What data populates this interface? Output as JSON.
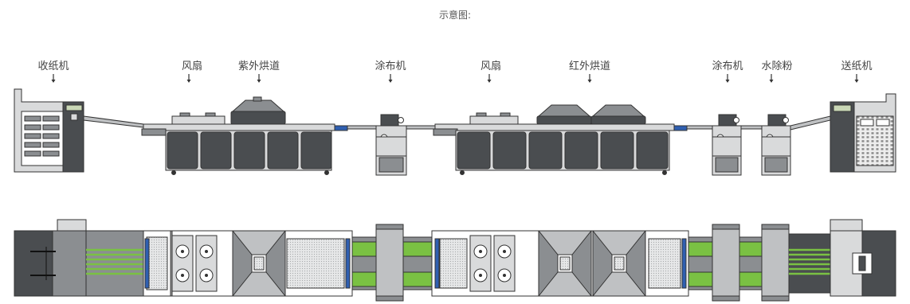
{
  "title": "示意图:",
  "labels": {
    "paper_collector": "收纸机",
    "fan_1": "风扇",
    "uv_tunnel": "紫外烘道",
    "coater_1": "涂布机",
    "fan_2": "风扇",
    "ir_tunnel": "红外烘道",
    "coater_2": "涂布机",
    "water_powder_remover": "水除粉",
    "paper_feeder": "送纸机"
  },
  "colors": {
    "machine_dark": "#4a4d50",
    "machine_mid": "#8b8e91",
    "machine_light": "#d9dadb",
    "belt_green": "#7ac143",
    "outline": "#333333",
    "accent_blue": "#2f5fb0"
  }
}
